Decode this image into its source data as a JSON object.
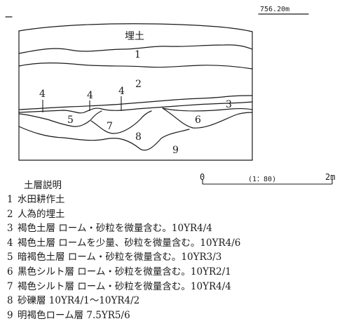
{
  "elevation": "756.20m",
  "layers": [
    {
      "label": "埋土"
    },
    {
      "label": "1"
    },
    {
      "label": "2"
    },
    {
      "label": "3"
    },
    {
      "label": "4"
    },
    {
      "label": "5"
    },
    {
      "label": "6"
    },
    {
      "label": "7"
    },
    {
      "label": "8"
    },
    {
      "label": "9"
    }
  ],
  "scale": {
    "start": "0",
    "ratio": "(1：80)",
    "end": "2m"
  },
  "legend": {
    "title": "土層説明",
    "items": [
      {
        "num": "1",
        "text": "水田耕作土"
      },
      {
        "num": "2",
        "text": "人為的埋土"
      },
      {
        "num": "3",
        "text": "褐色土層 ローム・砂粒を微量含む。10YR4/4"
      },
      {
        "num": "4",
        "text": "褐色土層 ロームを少量、砂粒を微量含む。10YR4/6"
      },
      {
        "num": "5",
        "text": "暗褐色土層 ローム・砂粒を微量含む。10YR3/3"
      },
      {
        "num": "6",
        "text": "黒色シルト層 ローム・砂粒を微量含む。10YR2/1"
      },
      {
        "num": "7",
        "text": "褐色シルト層 ローム・砂粒を微量含む。10YR4/4"
      },
      {
        "num": "8",
        "text": "砂礫層 10YR4/1〜10YR4/2"
      },
      {
        "num": "9",
        "text": "明褐色ローム層 7.5YR5/6"
      }
    ]
  }
}
